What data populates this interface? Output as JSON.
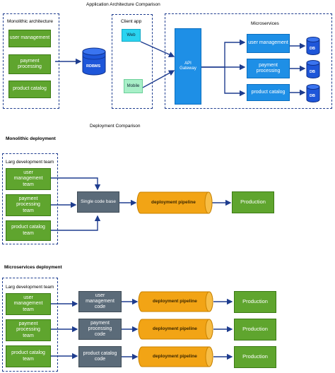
{
  "top": {
    "title": "Application Architecture Comparison",
    "monolith_label": "Monolithic architecture",
    "monolith_modules": [
      "user management",
      "payment processing",
      "product catalog"
    ],
    "rdbms": "RDBMS",
    "client_label": "Client app",
    "web": "Web",
    "mobile": "Mobile",
    "gateway": "API Gateway",
    "micro_label": "Microservices",
    "services": [
      "user management",
      "payment processing",
      "product catalog"
    ],
    "db": "DB"
  },
  "deploy": {
    "title": "Deployment Comparison",
    "mono_heading": "Monolithic deployment",
    "mono_team_label": "Larg development team",
    "mono_teams": [
      "user management team",
      "payment processing team",
      "product catalog team"
    ],
    "code_base": "Single code base",
    "pipeline": "deployment pipeline",
    "production": "Production",
    "micro_heading": "Microservices deployment",
    "micro_team_label": "Larg development team",
    "micro_teams": [
      "user management team",
      "payment processing team",
      "product catalog team"
    ],
    "micro_codes": [
      "user management code",
      "payment processing code",
      "product catalog code"
    ]
  },
  "colors": {
    "green": "#5fa52e",
    "blue": "#1e8fe6",
    "gray": "#5b6b79",
    "pipeline": "#f2a415",
    "border": "#1f3d8f"
  }
}
